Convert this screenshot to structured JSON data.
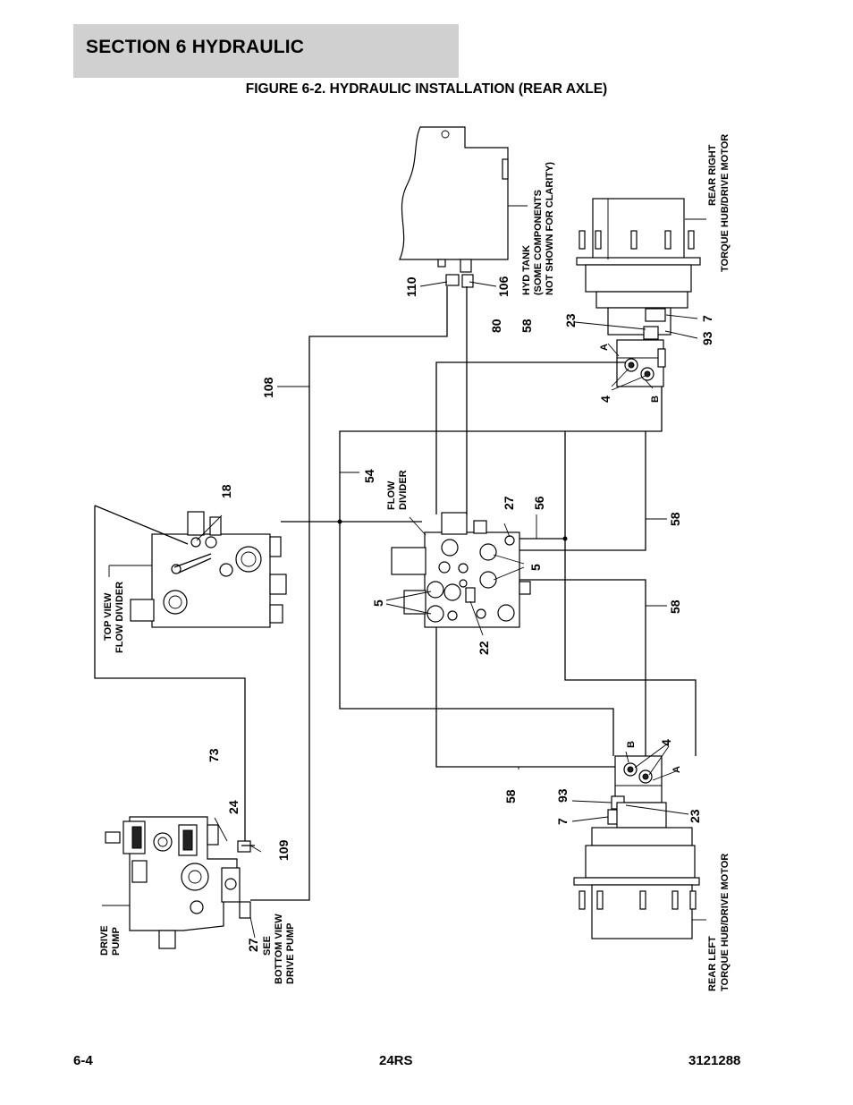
{
  "header": {
    "section_title": "SECTION 6   HYDRAULIC",
    "figure_title": "FIGURE 6-2. HYDRAULIC INSTALLATION (REAR AXLE)"
  },
  "footer": {
    "page_number": "6-4",
    "model": "24RS",
    "document_number": "3121288"
  },
  "labels": {
    "hyd_tank": [
      "HYD TANK",
      "(SOME COMPONENTS",
      "NOT SHOWN FOR CLARITY)"
    ],
    "rear_right": [
      "REAR RIGHT",
      "TORQUE HUB/DRIVE MOTOR"
    ],
    "rear_left": [
      "REAR LEFT",
      "TORQUE HUB/DRIVE MOTOR"
    ],
    "top_view": [
      "TOP VIEW",
      "FLOW DIVIDER"
    ],
    "flow_divider": [
      "FLOW",
      "DIVIDER"
    ],
    "drive_pump": [
      "DRIVE",
      "PUMP"
    ],
    "see_bottom": [
      "SEE",
      "BOTTOM VIEW",
      "DRIVE PUMP"
    ],
    "port_a": "A",
    "port_b": "B"
  },
  "callouts": {
    "c110": "110",
    "c106": "106",
    "c80": "80",
    "c58": "58",
    "c23": "23",
    "c93": "93",
    "c7": "7",
    "c4": "4",
    "c108": "108",
    "c54": "54",
    "c27": "27",
    "c56": "56",
    "c18": "18",
    "c5": "5",
    "c22": "22",
    "c73": "73",
    "c24": "24",
    "c109": "109"
  }
}
